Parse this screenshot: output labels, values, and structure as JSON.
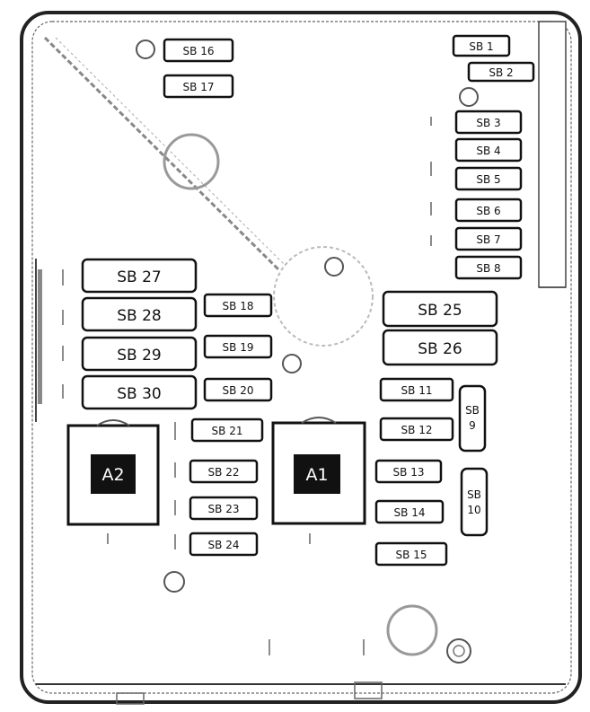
{
  "fuses": {
    "sb1": "SB 1",
    "sb2": "SB 2",
    "sb3": "SB 3",
    "sb4": "SB 4",
    "sb5": "SB 5",
    "sb6": "SB 6",
    "sb7": "SB 7",
    "sb8": "SB 8",
    "sb9_line1": "SB",
    "sb9_line2": "9",
    "sb10_line1": "SB",
    "sb10_line2": "10",
    "sb11": "SB 11",
    "sb12": "SB 12",
    "sb13": "SB 13",
    "sb14": "SB 14",
    "sb15": "SB 15",
    "sb16": "SB 16",
    "sb17": "SB 17",
    "sb18": "SB 18",
    "sb19": "SB 19",
    "sb20": "SB 20",
    "sb21": "SB 21",
    "sb22": "SB 22",
    "sb23": "SB 23",
    "sb24": "SB 24",
    "sb25": "SB 25",
    "sb26": "SB 26",
    "sb27": "SB 27",
    "sb28": "SB 28",
    "sb29": "SB 29",
    "sb30": "SB 30"
  },
  "relays": {
    "a1": "A1",
    "a2": "A2"
  }
}
